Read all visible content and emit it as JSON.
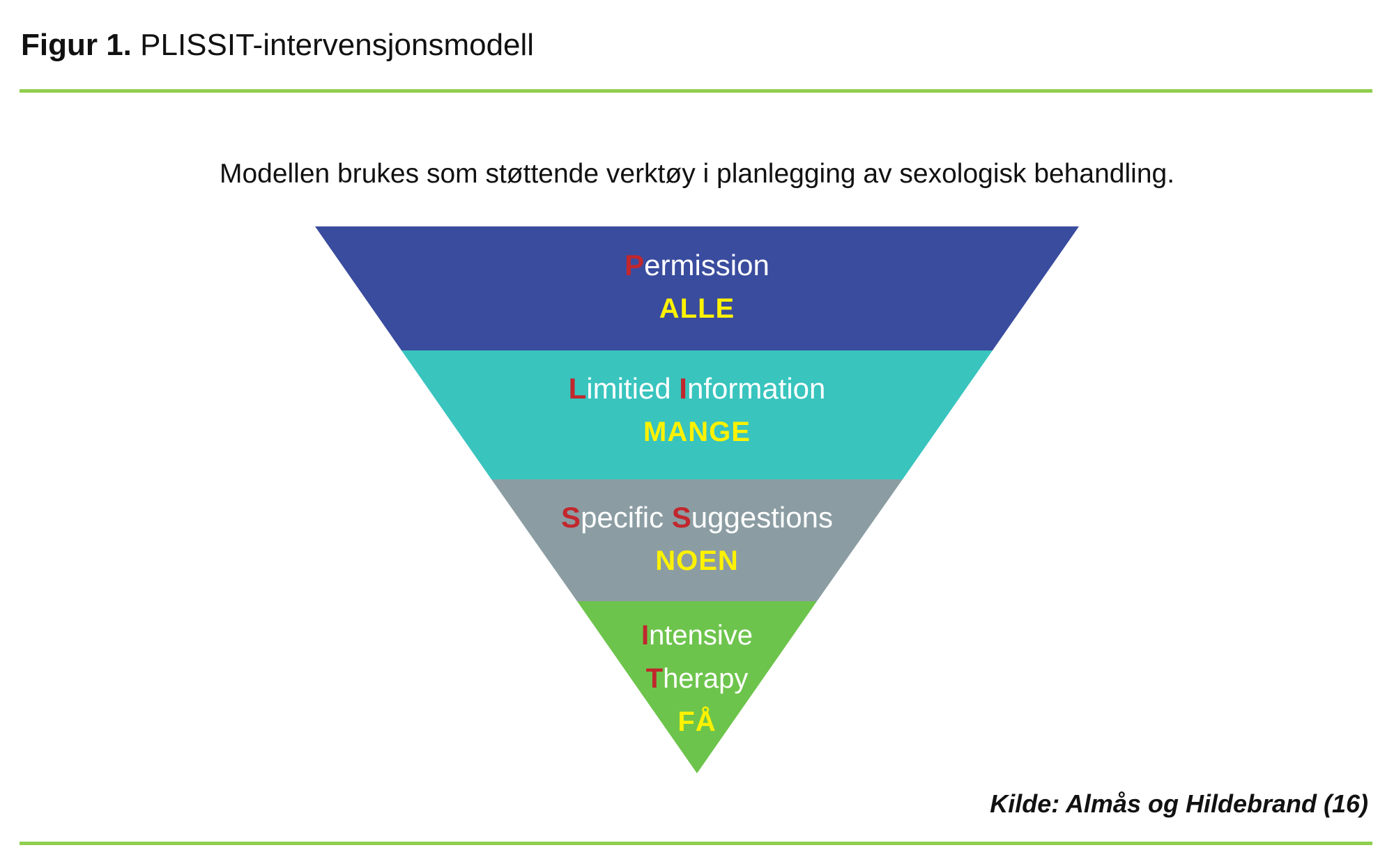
{
  "title": {
    "prefix": "Figur 1.",
    "text": " PLISSIT-intervensjonsmodell"
  },
  "subtitle": "Modellen brukes som støttende verktøy i planlegging av sexologisk behandling.",
  "source": "Kilde: Almås og Hildebrand (16)",
  "colors": {
    "divider_green": "#90CE4E",
    "initial_red": "#C1272D",
    "level_text_white": "#FFFFFF",
    "audience_yellow": "#FFF200",
    "permission_blue": "#3A4C9E",
    "limited_info_teal": "#39C4BE",
    "specific_suggestions_gray": "#8B9DA3",
    "intensive_therapy_green": "#6DC44C",
    "title_text": "#111111"
  },
  "funnel": {
    "levels": [
      {
        "name": "Permission",
        "audience": "ALLE",
        "color": "#3A4C9E",
        "lines": [
          [
            "P",
            "ermission"
          ]
        ]
      },
      {
        "name": "Limitied Information",
        "audience": "MANGE",
        "color": "#39C4BE",
        "lines": [
          [
            "L",
            "imitied ",
            "I",
            "nformation"
          ]
        ]
      },
      {
        "name": "Specific Suggestions",
        "audience": "NOEN",
        "color": "#8B9DA3",
        "lines": [
          [
            "S",
            "pecific ",
            "S",
            "uggestions"
          ]
        ]
      },
      {
        "name": "Intensive Therapy",
        "audience": "FÅ",
        "color": "#6DC44C",
        "lines": [
          [
            "I",
            "ntensive"
          ],
          [
            "T",
            "herapy"
          ]
        ]
      }
    ]
  }
}
